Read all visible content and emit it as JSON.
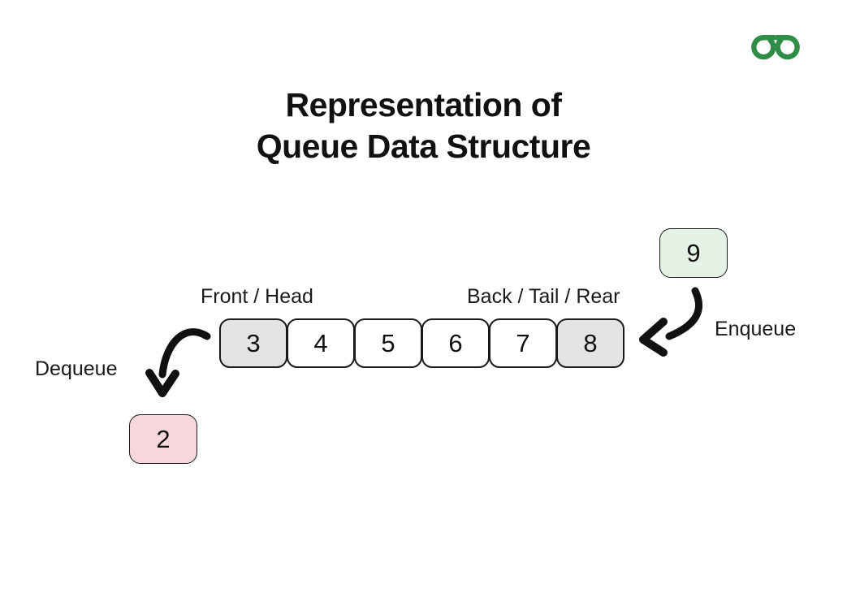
{
  "title": {
    "line1": "Representation of",
    "line2": "Queue Data Structure"
  },
  "logo": {
    "name": "geeksforgeeks-logo",
    "color": "#2f8d46"
  },
  "diagram": {
    "front_label": "Front / Head",
    "back_label": "Back / Tail / Rear",
    "queue": {
      "cells": [
        {
          "value": "3",
          "highlight": true
        },
        {
          "value": "4",
          "highlight": false
        },
        {
          "value": "5",
          "highlight": false
        },
        {
          "value": "6",
          "highlight": false
        },
        {
          "value": "7",
          "highlight": false
        },
        {
          "value": "8",
          "highlight": true
        }
      ]
    },
    "enqueue": {
      "label": "Enqueue",
      "value": "9",
      "box_color": "#e4f2e6"
    },
    "dequeue": {
      "label": "Dequeue",
      "value": "2",
      "box_color": "#f8d7dc"
    }
  },
  "colors": {
    "background": "#ffffff",
    "text": "#111111",
    "cell_border": "#1a1a1a",
    "cell_highlight": "#e3e3e3",
    "arrow": "#111111",
    "logo_green": "#2f8d46"
  }
}
